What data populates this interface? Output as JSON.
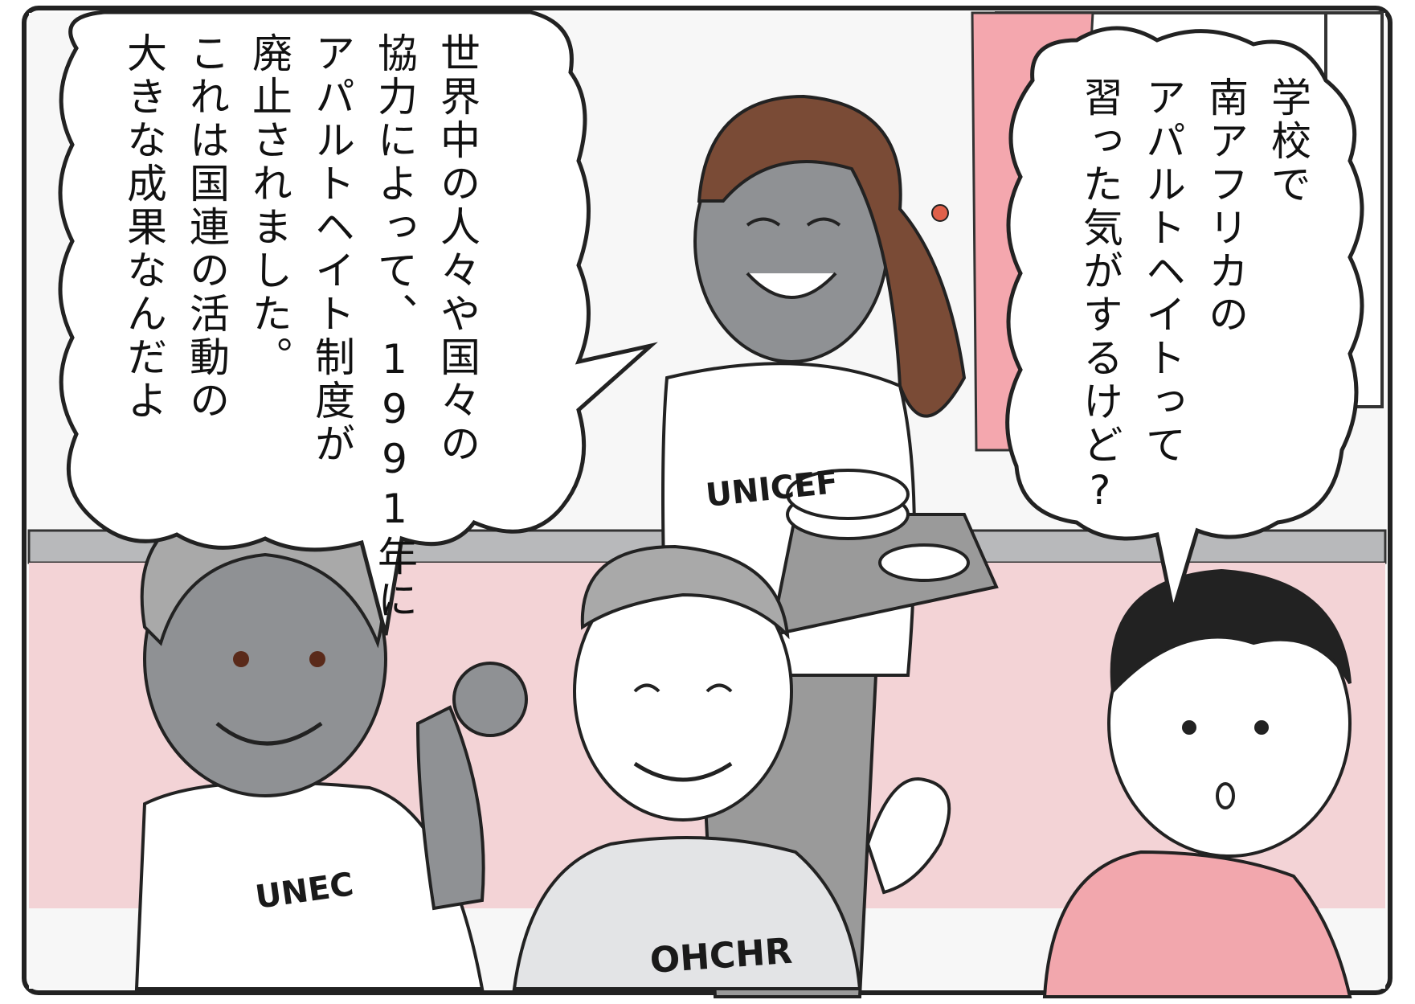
{
  "bubbles": {
    "left_lines": [
      "世界中の人々や国々の",
      "協力によって、1991年に",
      "アパルトヘイト制度が",
      "廃止されました。",
      "これは国連の活動の",
      "大きな成果なんだよ"
    ],
    "right_lines": [
      "学校で",
      "南アフリカの",
      "アパルトヘイトって",
      "習った気がするけど?"
    ]
  },
  "shirts": {
    "woman": "UNICEF",
    "left_man": "UNEC",
    "center_man": "OHCHR"
  },
  "colors": {
    "wall_pink": "#f3d3d6",
    "curtain_pink": "#f4a7ae",
    "skin_gray": "#8f9194",
    "hair_brown": "#7a4b36",
    "shirt_gray": "#e3e4e6",
    "apron_pink": "#f2a7ad"
  }
}
